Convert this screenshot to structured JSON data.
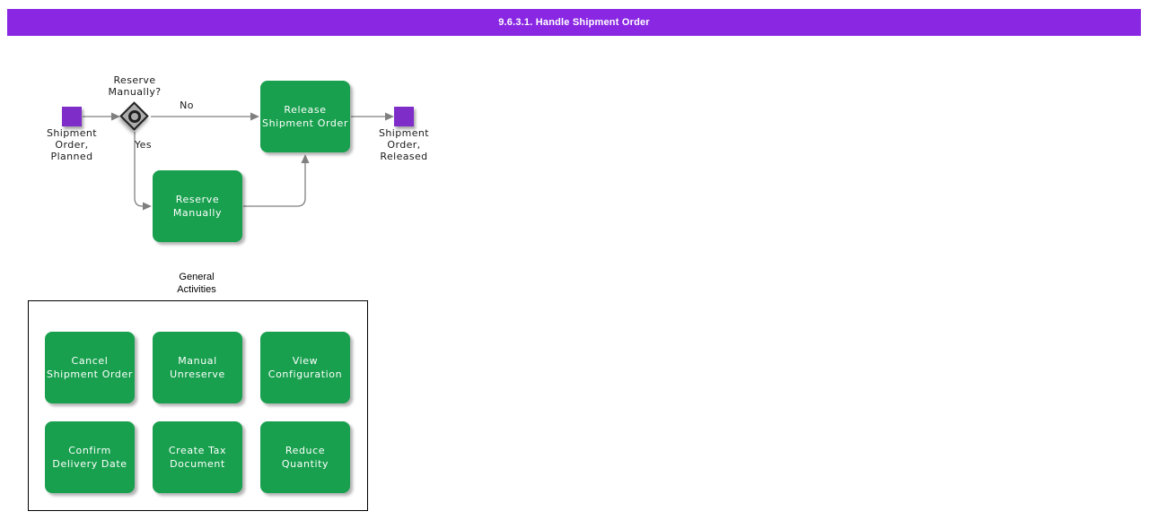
{
  "title": "9.6.3.1. Handle Shipment Order",
  "colors": {
    "header_bg": "#8927e3",
    "event_purple": "#7f2dc9",
    "activity_green": "#18a04e",
    "connector_gray": "#7f7f7f"
  },
  "flow": {
    "start_event": {
      "label": "Shipment\nOrder,\nPlanned"
    },
    "decision": {
      "label": "Reserve\nManually?",
      "icon": "circle-gateway-icon"
    },
    "no_branch_label": "No",
    "yes_branch_label": "Yes",
    "release_activity": {
      "label": "Release\nShipment Order"
    },
    "reserve_activity": {
      "label": "Reserve\nManually"
    },
    "end_event": {
      "label": "Shipment\nOrder,\nReleased"
    }
  },
  "general_activities": {
    "label": "General\nActivities",
    "buttons": [
      {
        "label": "Cancel\nShipment Order"
      },
      {
        "label": "Manual\nUnreserve"
      },
      {
        "label": "View\nConfiguration"
      },
      {
        "label": "Confirm\nDelivery Date"
      },
      {
        "label": "Create Tax\nDocument"
      },
      {
        "label": "Reduce Quantity"
      }
    ]
  }
}
